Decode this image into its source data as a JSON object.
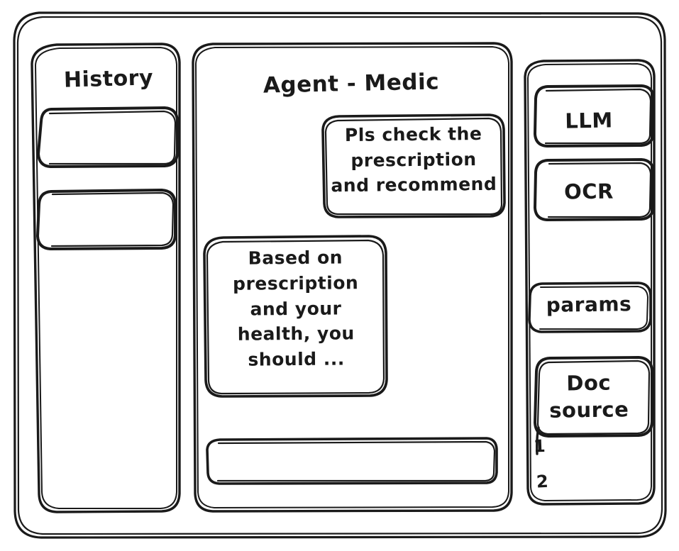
{
  "window": {
    "style": "hand-drawn-wireframe",
    "stroke_color": "#1a1a1a",
    "background_color": "#ffffff"
  },
  "sidebar_left": {
    "title": "History",
    "items": [
      {
        "label": "",
        "name": "history-item-1"
      },
      {
        "label": "",
        "name": "history-item-2"
      }
    ]
  },
  "main": {
    "title": "Agent - Medic",
    "messages": [
      {
        "role": "user",
        "text": "Pls check the\nprescription\nand recommend"
      },
      {
        "role": "assistant",
        "text": "Based on\nprescription\nand your\nhealth, you\nshould ..."
      }
    ],
    "composer": {
      "value": "",
      "placeholder": ""
    }
  },
  "sidebar_right": {
    "tools": [
      {
        "label": "LLM"
      },
      {
        "label": "OCR"
      }
    ],
    "settings": [
      {
        "label": "params"
      }
    ],
    "doc_source": {
      "label": "Doc\nsource",
      "items": [
        {
          "label": "1"
        },
        {
          "label": "2"
        }
      ]
    }
  }
}
